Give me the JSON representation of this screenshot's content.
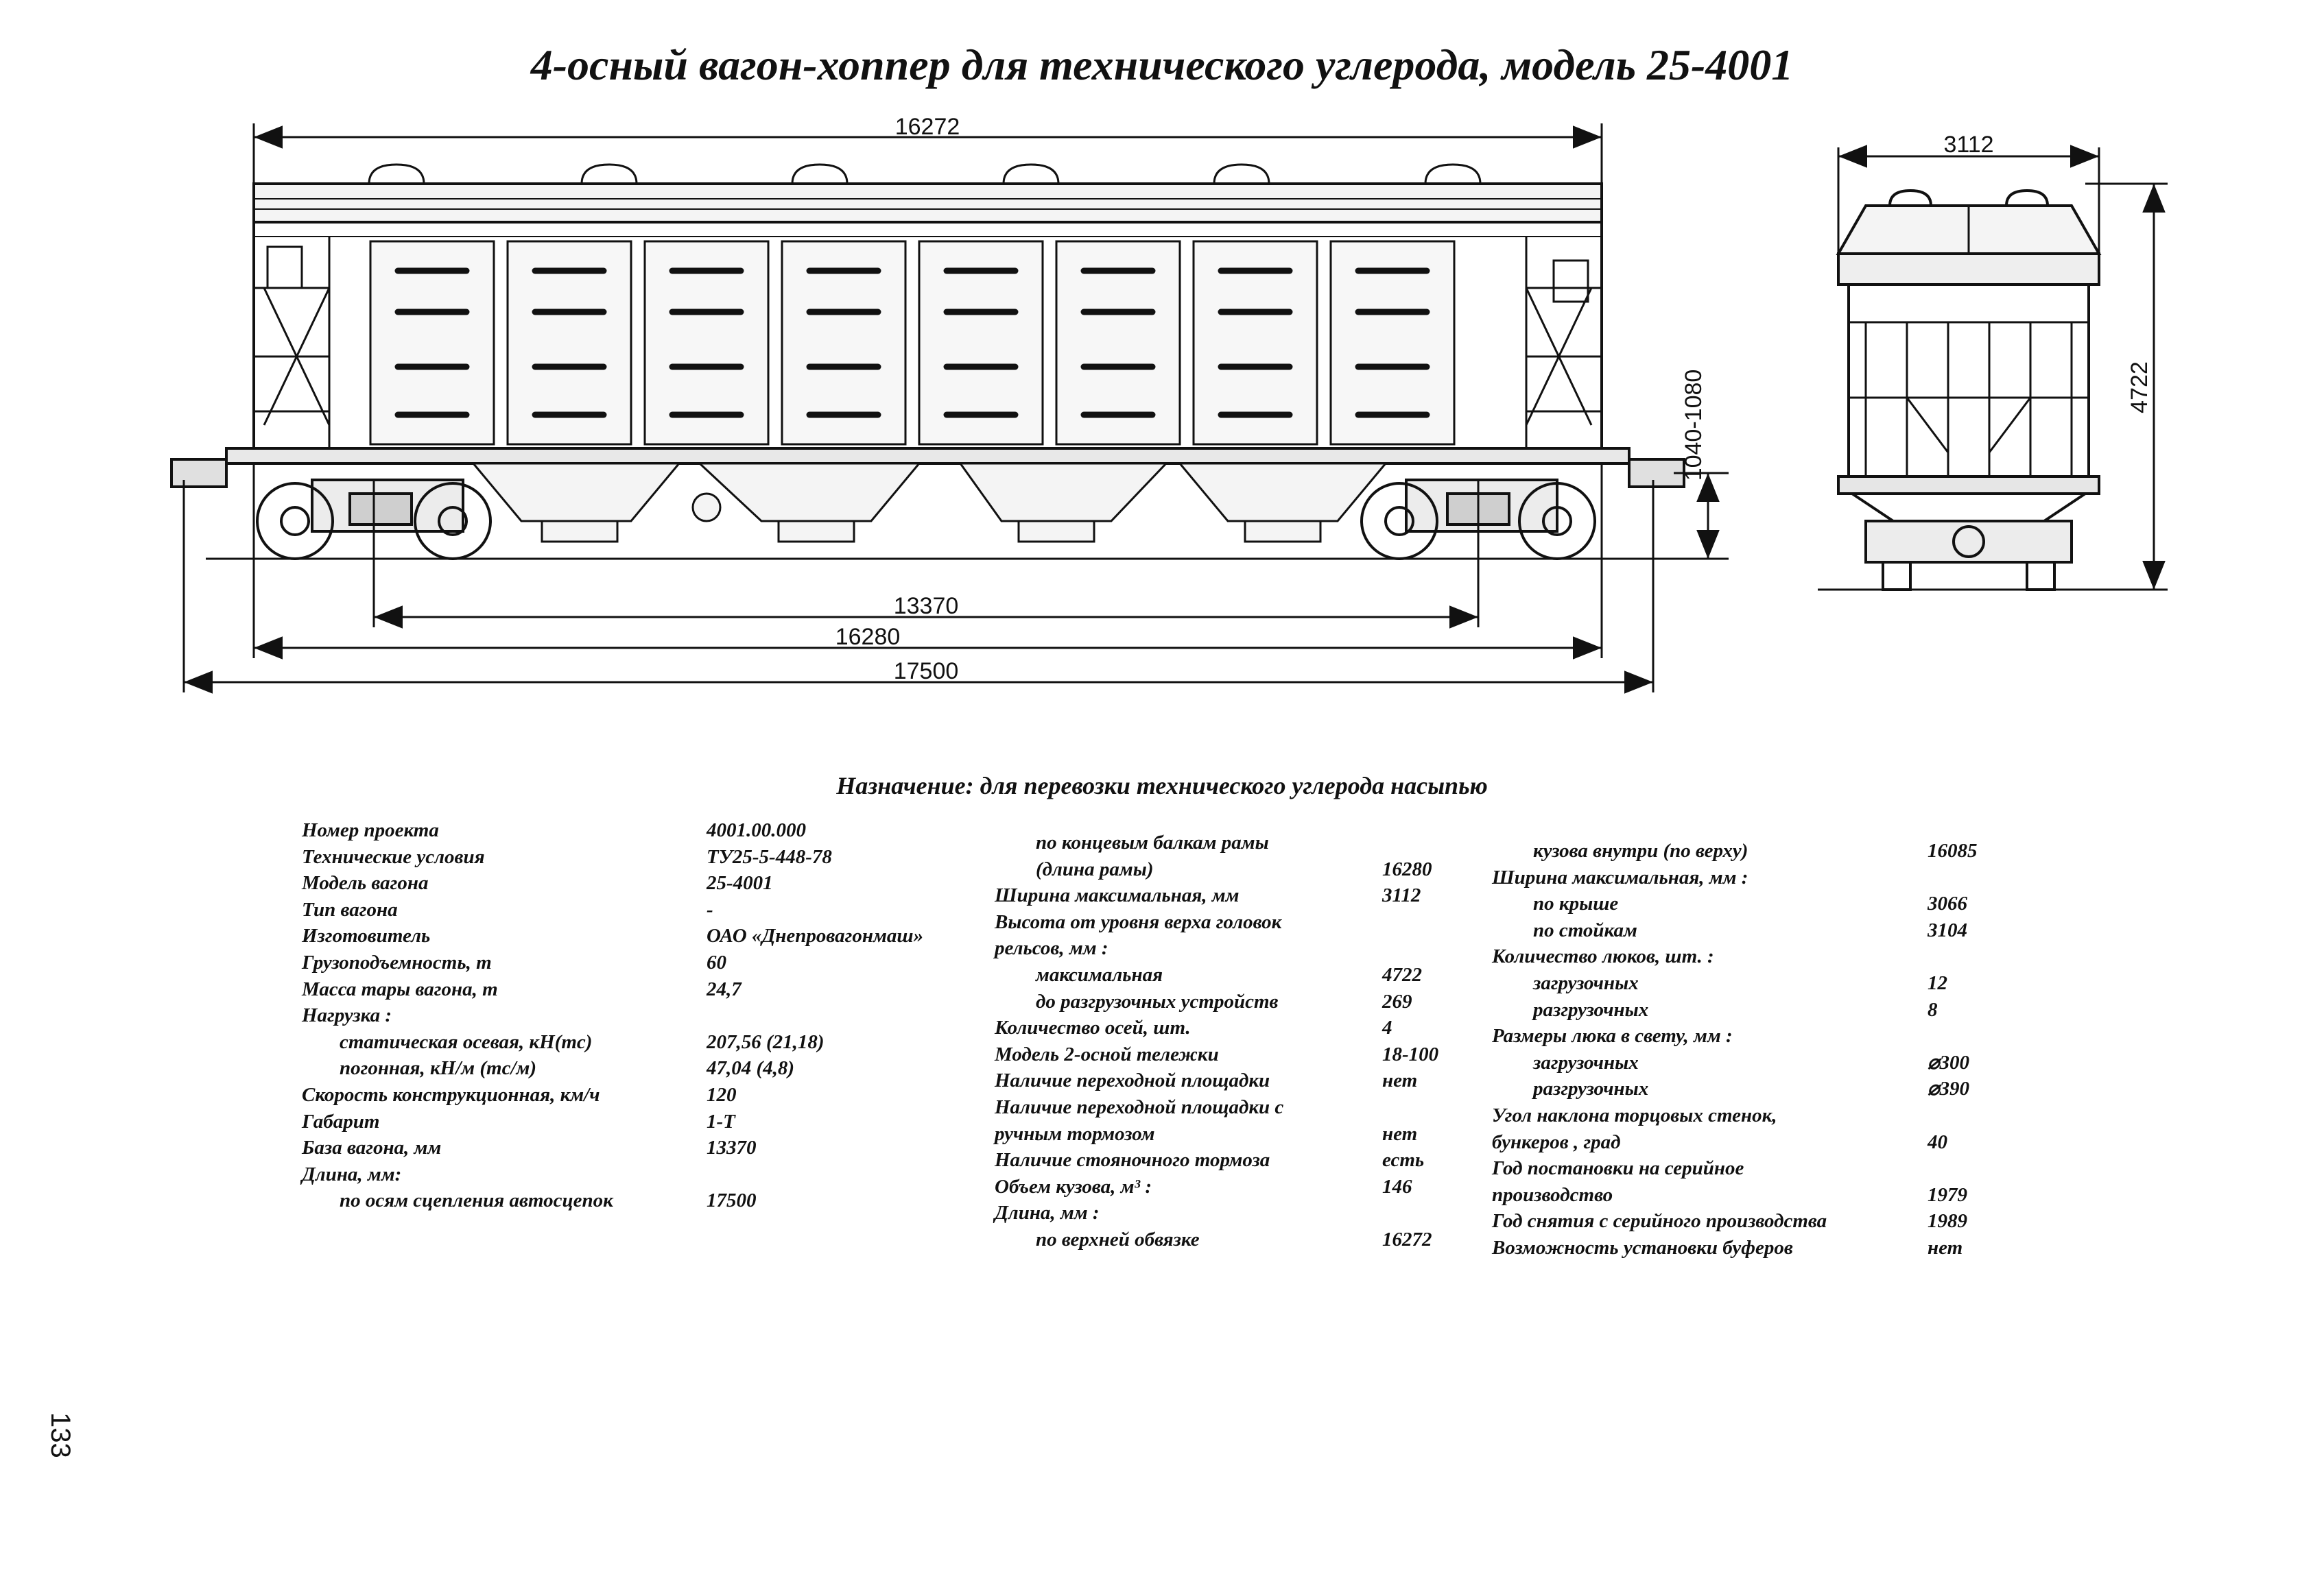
{
  "title": "4-осный вагон-хоппер для технического углерода, модель 25-4001",
  "dimensions": {
    "top_length": "16272",
    "base": "13370",
    "frame_length": "16280",
    "coupler_length": "17500",
    "coupler_height": "1040-1080",
    "width": "3112",
    "height": "4722"
  },
  "purpose": "Назначение: для перевозки технического углерода насыпью",
  "page_number": "133",
  "specs": {
    "col1": [
      {
        "label": "Номер проекта",
        "value": "4001.00.000",
        "indent": 0
      },
      {
        "label": "Технические условия",
        "value": "ТУ25-5-448-78",
        "indent": 0
      },
      {
        "label": "Модель вагона",
        "value": "25-4001",
        "indent": 0
      },
      {
        "label": "Тип вагона",
        "value": "-",
        "indent": 0
      },
      {
        "label": "Изготовитель",
        "value": "ОАО «Днепровагонмаш»",
        "indent": 0
      },
      {
        "label": "Грузоподъемность, т",
        "value": "60",
        "indent": 0
      },
      {
        "label": "Масса тары вагона, т",
        "value": "24,7",
        "indent": 0
      },
      {
        "label": "Нагрузка :",
        "value": "",
        "indent": 0
      },
      {
        "label": "статическая осевая, кН(тс)",
        "value": "207,56 (21,18)",
        "indent": 1
      },
      {
        "label": "погонная, кН/м (тс/м)",
        "value": "47,04 (4,8)",
        "indent": 1
      },
      {
        "label": "Скорость конструкционная, км/ч",
        "value": "120",
        "indent": 0
      },
      {
        "label": "Габарит",
        "value": "1-Т",
        "indent": 0
      },
      {
        "label": "База вагона, мм",
        "value": "13370",
        "indent": 0
      },
      {
        "label": "Длина, мм:",
        "value": "",
        "indent": 0
      },
      {
        "label": "по осям сцепления автосцепок",
        "value": "17500",
        "indent": 1
      }
    ],
    "col2": [
      {
        "label": "по концевым балкам рамы",
        "value": "",
        "indent": 1
      },
      {
        "label": "(длина рамы)",
        "value": "16280",
        "indent": 1
      },
      {
        "label": "Ширина максимальная, мм",
        "value": "3112",
        "indent": 0
      },
      {
        "label": "Высота от уровня верха головок",
        "value": "",
        "indent": 0
      },
      {
        "label": "рельсов, мм :",
        "value": "",
        "indent": 0
      },
      {
        "label": "максимальная",
        "value": "4722",
        "indent": 1
      },
      {
        "label": "до разгрузочных устройств",
        "value": "269",
        "indent": 1
      },
      {
        "label": "Количество осей, шт.",
        "value": "4",
        "indent": 0
      },
      {
        "label": "Модель 2-осной тележки",
        "value": "18-100",
        "indent": 0
      },
      {
        "label": "Наличие переходной площадки",
        "value": "нет",
        "indent": 0
      },
      {
        "label": "Наличие переходной площадки с",
        "value": "",
        "indent": 0
      },
      {
        "label": "ручным тормозом",
        "value": "нет",
        "indent": 0
      },
      {
        "label": "Наличие стояночного тормоза",
        "value": "есть",
        "indent": 0
      },
      {
        "label": "Объем кузова, м³ :",
        "value": "146",
        "indent": 0
      },
      {
        "label": "Длина, мм :",
        "value": "",
        "indent": 0
      },
      {
        "label": "по верхней обвязке",
        "value": "16272",
        "indent": 1
      }
    ],
    "col3": [
      {
        "label": "кузова внутри (по верху)",
        "value": "16085",
        "indent": 1
      },
      {
        "label": "Ширина максимальная, мм :",
        "value": "",
        "indent": 0
      },
      {
        "label": "по крыше",
        "value": "3066",
        "indent": 1
      },
      {
        "label": "по стойкам",
        "value": "3104",
        "indent": 1
      },
      {
        "label": "Количество люков, шт. :",
        "value": "",
        "indent": 0
      },
      {
        "label": "загрузочных",
        "value": "12",
        "indent": 1
      },
      {
        "label": "разгрузочных",
        "value": "8",
        "indent": 1
      },
      {
        "label": "Размеры люка в свету, мм :",
        "value": "",
        "indent": 0
      },
      {
        "label": "загрузочных",
        "value": "⌀300",
        "indent": 1
      },
      {
        "label": "разгрузочных",
        "value": "⌀390",
        "indent": 1
      },
      {
        "label": "Угол наклона торцовых стенок,",
        "value": "",
        "indent": 0
      },
      {
        "label": "бункеров , град",
        "value": "40",
        "indent": 0
      },
      {
        "label": "Год постановки на серийное",
        "value": "",
        "indent": 0
      },
      {
        "label": "производство",
        "value": "1979",
        "indent": 0
      },
      {
        "label": "Год снятия с серийного производства",
        "value": "1989",
        "indent": 0
      },
      {
        "label": "Возможность установки буферов",
        "value": "нет",
        "indent": 0
      }
    ]
  }
}
